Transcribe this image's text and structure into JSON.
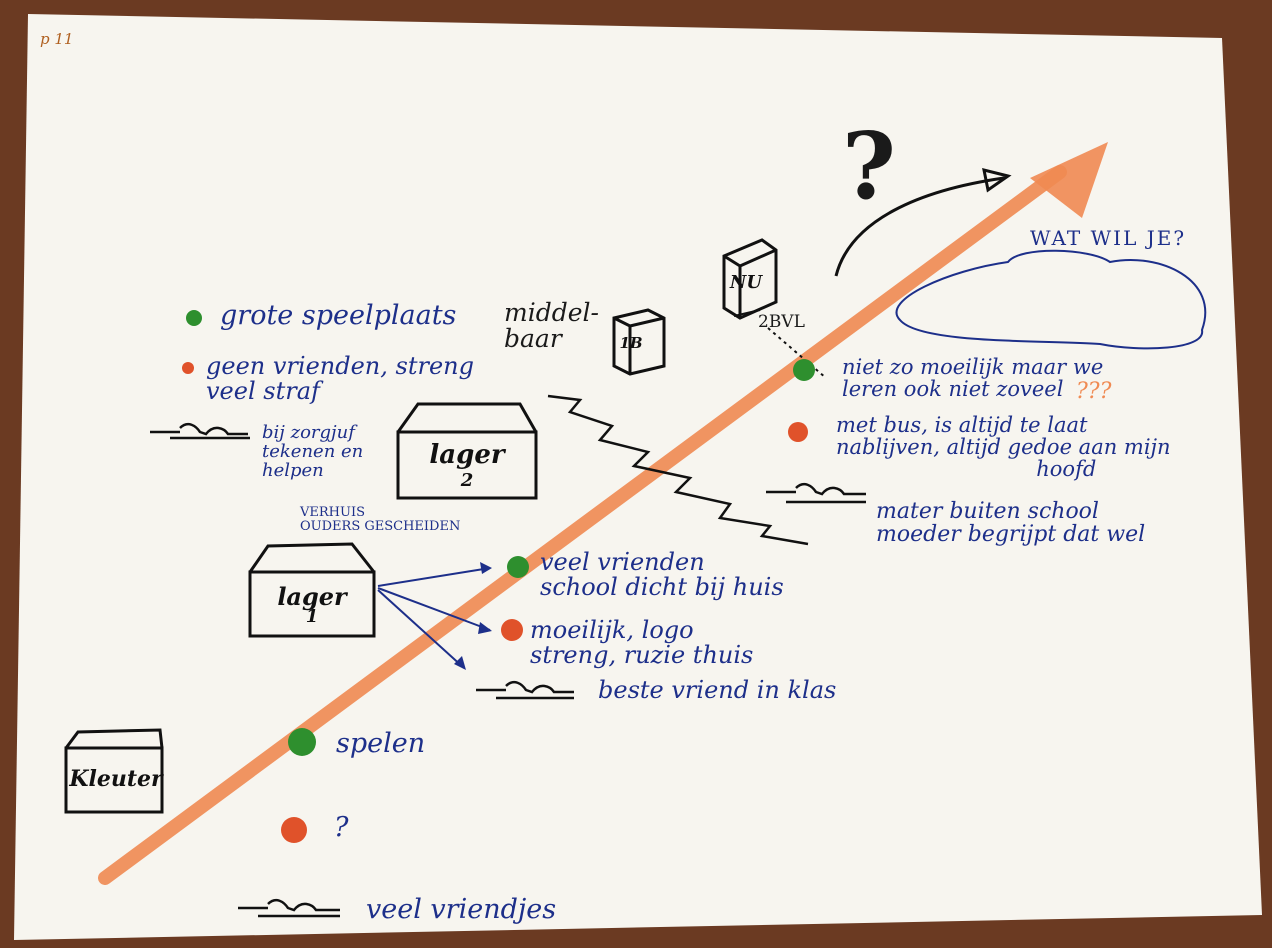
{
  "page_number": "p 11",
  "stages": {
    "kleuter": "Kleuter",
    "lager1_word": "lager",
    "lager1_num": "1",
    "lager2_word": "lager",
    "lager2_num": "2",
    "middelbaar": "middel-\nbaar",
    "middelbaar_tag": "1B",
    "nu_tag": "NU",
    "bvl": "2BVL"
  },
  "notes": {
    "kleuter_green": "spelen",
    "kleuter_orange": "?",
    "kleuter_friends": "veel vriendjes",
    "lager1_green": "veel vrienden\nschool dicht bij huis",
    "lager1_orange": "moeilijk, logo\nstreng, ruzie thuis",
    "lager1_friends": "beste vriend in klas",
    "move": "VERHUIS\nOUDERS GESCHEIDEN",
    "lager2_green": "grote speelplaats",
    "lager2_orange": "geen vrienden, streng\nveel straf",
    "lager2_friends": "bij zorgjuf\ntekenen en\nhelpen",
    "nu_green": "niet zo moeilijk maar we\nleren ook niet zoveel",
    "nu_qmarks": "???",
    "nu_orange": "met bus, is altijd te laat\nnablijven, altijd gedoe aan mijn\n                              hoofd",
    "nu_friends": "mater buiten school\nmoeder begrijpt dat wel",
    "future_question": "WAT WIL JE?",
    "big_qmark": "?"
  },
  "colors": {
    "paper": "#f7f5ef",
    "arrow": "#f08a52",
    "green_dot": "#2e8f2e",
    "orange_dot": "#e0522a",
    "ink_blue": "#1d2f8a",
    "ink_black": "#111111",
    "wood": "#6b3a22"
  }
}
